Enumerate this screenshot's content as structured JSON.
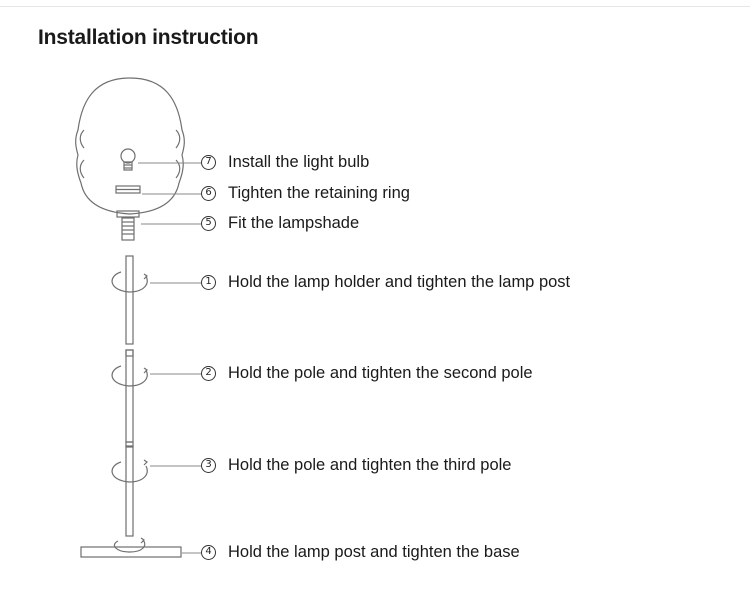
{
  "title": "Installation instruction",
  "steps": [
    {
      "num": "7",
      "text": "Install the light bulb"
    },
    {
      "num": "6",
      "text": "Tighten the retaining ring"
    },
    {
      "num": "5",
      "text": "Fit the lampshade"
    },
    {
      "num": "1",
      "text": "Hold the lamp holder and tighten the lamp post"
    },
    {
      "num": "2",
      "text": "Hold the pole and tighten the second pole"
    },
    {
      "num": "3",
      "text": "Hold the pole and tighten the third pole"
    },
    {
      "num": "4",
      "text": "Hold the lamp post and tighten the base"
    }
  ],
  "colors": {
    "line": "#6f6f6f",
    "text": "#1a1a1a",
    "rule": "#e6e6e6"
  }
}
